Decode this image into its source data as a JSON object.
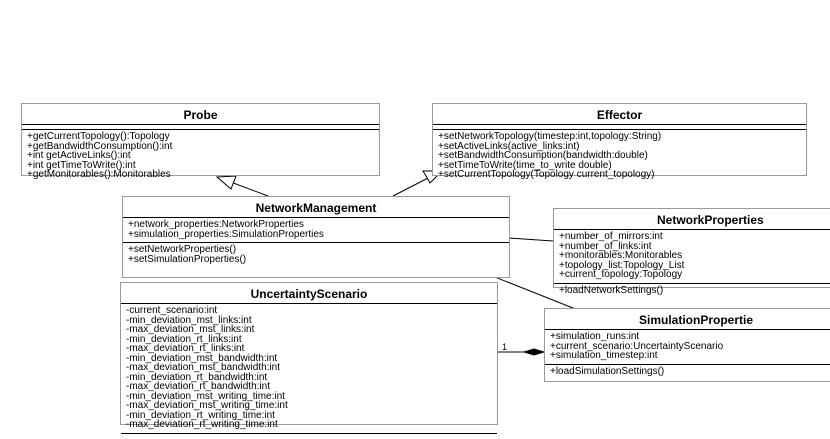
{
  "classes": {
    "probe": {
      "name": "Probe",
      "attributes": [],
      "operations": [
        "+getCurrentTopology():Topology",
        "+getBandwidthConsumption():int",
        "+int getActiveLinks():int",
        "+int getTimeToWrite():int",
        "+getMonitorables():Monitorables"
      ]
    },
    "effector": {
      "name": "Effector",
      "attributes": [],
      "operations": [
        "+setNetworkTopology(timestep:int,topology:String)",
        "+setActiveLinks(active_links:int)",
        "+setBandwidthConsumption(bandwidth:double)",
        "+setTimeToWrite(time_to_write double)",
        "+setCurrentTopology(Topology current_topology)"
      ]
    },
    "network_management": {
      "name": "NetworkManagement",
      "attributes": [
        "+network_properties:NetworkProperties",
        "+simulation_properties:SimulationProperties"
      ],
      "operations": [
        "+setNetworkProperties()",
        "+setSimulationProperties()"
      ]
    },
    "network_properties": {
      "name": "NetworkProperties",
      "attributes": [
        "+number_of_mirrors:int",
        "+number_of_links:int",
        "+monitorables:Monitorables",
        "+topology_list:Topology_List",
        "+current_topology:Topology"
      ],
      "operations": [
        "+loadNetworkSettings()"
      ]
    },
    "uncertainty_scenario": {
      "name": "UncertaintyScenario",
      "attributes": [
        "-current_scenario:int",
        "-min_deviation_mst_links:int",
        "-max_deviation_mst_links:int",
        "-min_deviation_rt_links:int",
        "-max_deviation_rt_links:int",
        "-min_deviation_mst_bandwidth:int",
        "-max_deviation_mst_bandwidth:int",
        "-min_deviation_rt_bandwidth:int",
        "-max_deviation_rt_bandwidth:int",
        "-min_deviation_mst_writing_time:int",
        "-max_deviation_mst_writing_time:int",
        "-min_deviation_rt_writing_time:int",
        "-max_deviation_rt_writing_time:int"
      ],
      "operations": []
    },
    "simulation_properties": {
      "name": "SimulationPropertie",
      "attributes": [
        "+simulation_runs:int",
        "+current_scenario:UncertaintyScenario",
        "+simulation_timestep:int"
      ],
      "operations": [
        "+loadSimulationSettings()"
      ]
    }
  },
  "associations": {
    "uncertainty_simulation_multiplicity": "1"
  },
  "colors": {
    "line": "#000000",
    "border": "#9a9a9a"
  }
}
